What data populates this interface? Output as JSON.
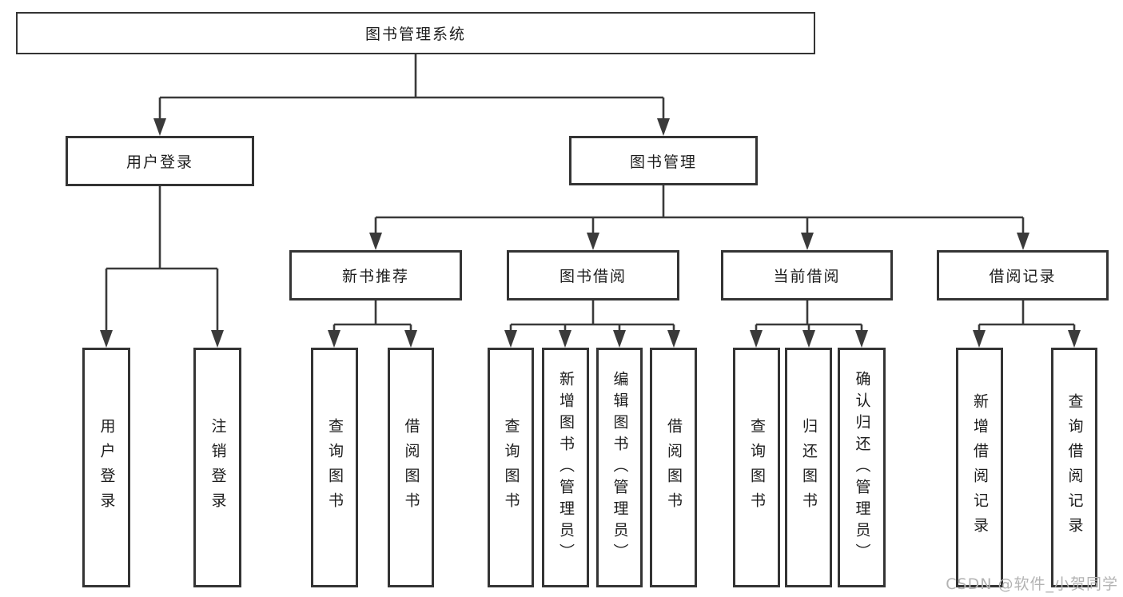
{
  "diagram": {
    "type": "hierarchy-tree",
    "root": {
      "label": "图书管理系统"
    },
    "level2": [
      {
        "label": "用户登录",
        "parent": "图书管理系统"
      },
      {
        "label": "图书管理",
        "parent": "图书管理系统"
      }
    ],
    "level3": [
      {
        "label": "新书推荐",
        "parent": "图书管理"
      },
      {
        "label": "图书借阅",
        "parent": "图书管理"
      },
      {
        "label": "当前借阅",
        "parent": "图书管理"
      },
      {
        "label": "借阅记录",
        "parent": "图书管理"
      }
    ],
    "leaves": [
      {
        "label": "用户登录",
        "parent": "用户登录"
      },
      {
        "label": "注销登录",
        "parent": "用户登录"
      },
      {
        "label": "查询图书",
        "parent": "新书推荐"
      },
      {
        "label": "借阅图书",
        "parent": "新书推荐"
      },
      {
        "label": "查询图书",
        "parent": "图书借阅"
      },
      {
        "label": "新增图书（管理员）",
        "parent": "图书借阅"
      },
      {
        "label": "编辑图书（管理员）",
        "parent": "图书借阅"
      },
      {
        "label": "借阅图书",
        "parent": "图书借阅"
      },
      {
        "label": "查询图书",
        "parent": "当前借阅"
      },
      {
        "label": "归还图书",
        "parent": "当前借阅"
      },
      {
        "label": "确认归还（管理员）",
        "parent": "当前借阅"
      },
      {
        "label": "新增借阅记录",
        "parent": "借阅记录"
      },
      {
        "label": "查询借阅记录",
        "parent": "借阅记录"
      }
    ]
  },
  "watermark": {
    "text": "CSDN @软件_小贺同学"
  },
  "colors": {
    "line": "#3a3a3a",
    "box_border": "#343434",
    "text": "#1c1c1c",
    "background": "#ffffff",
    "watermark": "#b3b3b3"
  }
}
